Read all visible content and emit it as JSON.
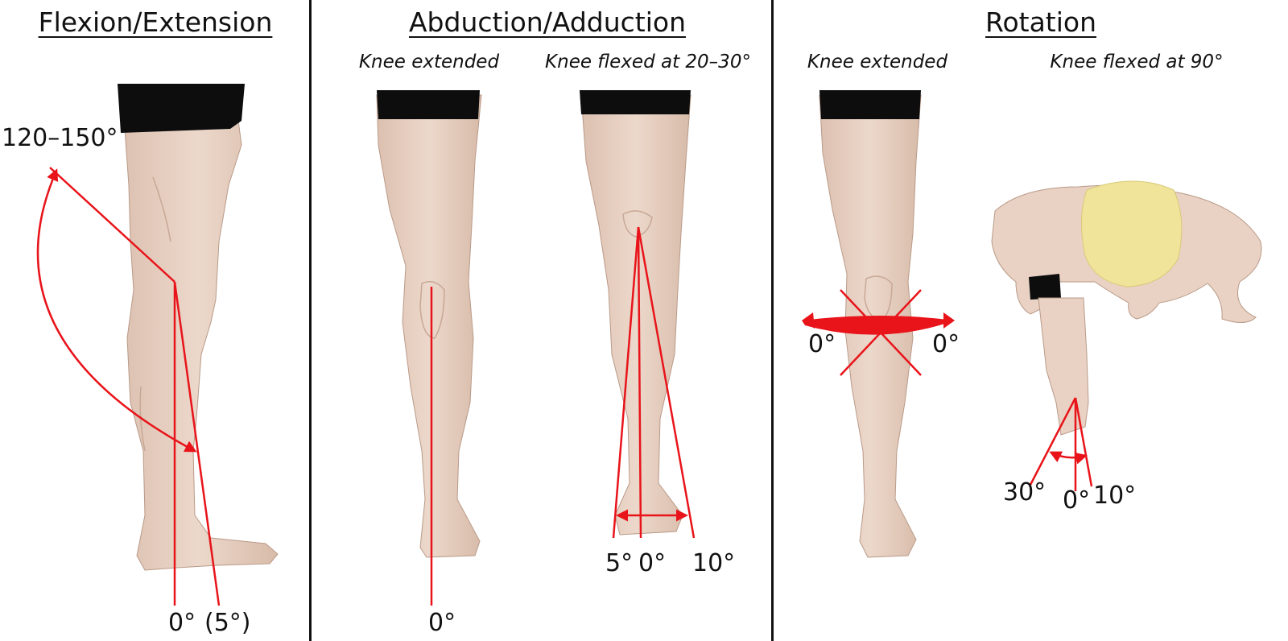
{
  "panels": {
    "flexion": {
      "title": "Flexion/Extension",
      "range_label": "120–150°",
      "neutral_label": "0°",
      "hyperextension_label": "(5°)"
    },
    "abduction": {
      "title": "Abduction/Adduction",
      "sub_left": "Knee extended",
      "sub_right": "Knee flexed at 20–30°",
      "extended_label": "0°",
      "flexed_left_label": "5°",
      "flexed_center_label": "0°",
      "flexed_right_label": "10°"
    },
    "rotation": {
      "title": "Rotation",
      "sub_left": "Knee extended",
      "sub_right": "Knee flexed at 90°",
      "extended_left_label": "0°",
      "extended_right_label": "0°",
      "flexed_left_label": "30°",
      "flexed_center_label": "0°",
      "flexed_right_label": "10°"
    }
  },
  "colors": {
    "accent": "#e8141a",
    "skin": "#e9d2c4",
    "skin_shadow": "#d9bcab",
    "shorts": "#0d0d0d",
    "hair": "#f0e39a",
    "divider": "#111111"
  },
  "icons": [
    "leg-side-view-icon",
    "leg-front-view-icon",
    "leg-flexed-front-view-icon",
    "leg-rotation-view-icon",
    "body-top-view-icon"
  ]
}
